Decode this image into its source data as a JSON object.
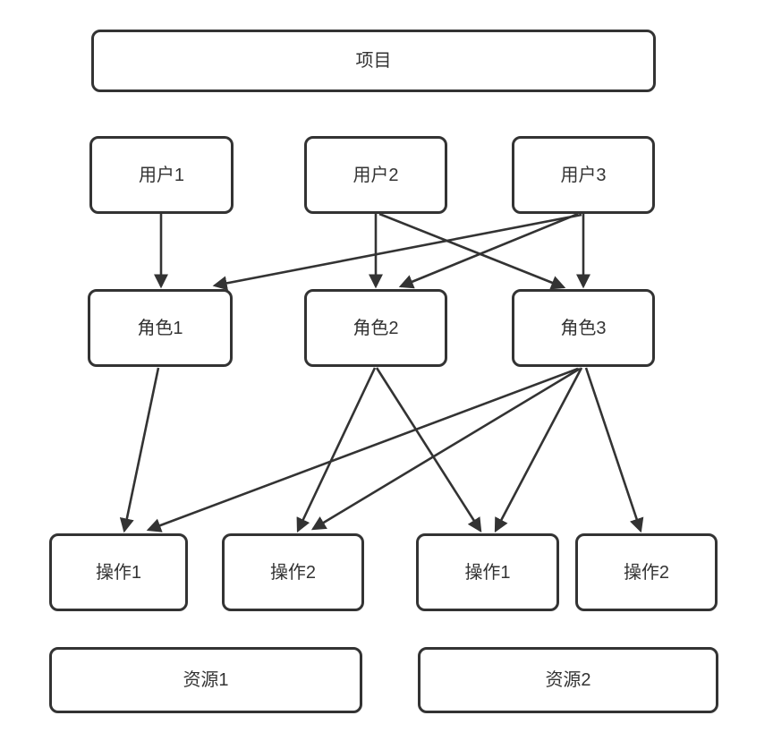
{
  "diagram": {
    "type": "rbac-permission-diagram",
    "background_color": "#ffffff",
    "stroke_color": "#333333",
    "node_fill_color": "#ffffff",
    "text_color": "#333333"
  },
  "nodes": {
    "project": {
      "label": "项目"
    },
    "user1": {
      "label": "用户1"
    },
    "user2": {
      "label": "用户2"
    },
    "user3": {
      "label": "用户3"
    },
    "role1": {
      "label": "角色1"
    },
    "role2": {
      "label": "角色2"
    },
    "role3": {
      "label": "角色3"
    },
    "op1_left": {
      "label": "操作1"
    },
    "op2_left": {
      "label": "操作2"
    },
    "op1_right": {
      "label": "操作1"
    },
    "op2_right": {
      "label": "操作2"
    },
    "res1": {
      "label": "资源1"
    },
    "res2": {
      "label": "资源2"
    }
  },
  "edges": [
    {
      "from": "user1",
      "to": "role1",
      "points": [
        180,
        239,
        180,
        320
      ]
    },
    {
      "from": "user2",
      "to": "role2",
      "points": [
        420,
        239,
        420,
        320
      ]
    },
    {
      "from": "user2",
      "to": "role3",
      "points": [
        424,
        239,
        630,
        321
      ]
    },
    {
      "from": "user3",
      "to": "role3",
      "points": [
        652,
        239,
        652,
        320
      ]
    },
    {
      "from": "user3",
      "to": "role2",
      "points": [
        646,
        239,
        448,
        320
      ]
    },
    {
      "from": "user3",
      "to": "role1",
      "points": [
        650,
        240,
        240,
        319
      ]
    },
    {
      "from": "role1",
      "to": "op1_left",
      "points": [
        177,
        411,
        139,
        593
      ]
    },
    {
      "from": "role2",
      "to": "op2_left",
      "points": [
        419,
        411,
        333,
        593
      ]
    },
    {
      "from": "role2",
      "to": "op1_right",
      "points": [
        421,
        411,
        537,
        593
      ]
    },
    {
      "from": "role3",
      "to": "op1_left",
      "points": [
        646,
        412,
        166,
        592
      ]
    },
    {
      "from": "role3",
      "to": "op2_left",
      "points": [
        648,
        412,
        350,
        591
      ]
    },
    {
      "from": "role3",
      "to": "op1_right",
      "points": [
        650,
        411,
        554,
        593
      ]
    },
    {
      "from": "role3",
      "to": "op2_right",
      "points": [
        655,
        411,
        716,
        593
      ]
    }
  ]
}
